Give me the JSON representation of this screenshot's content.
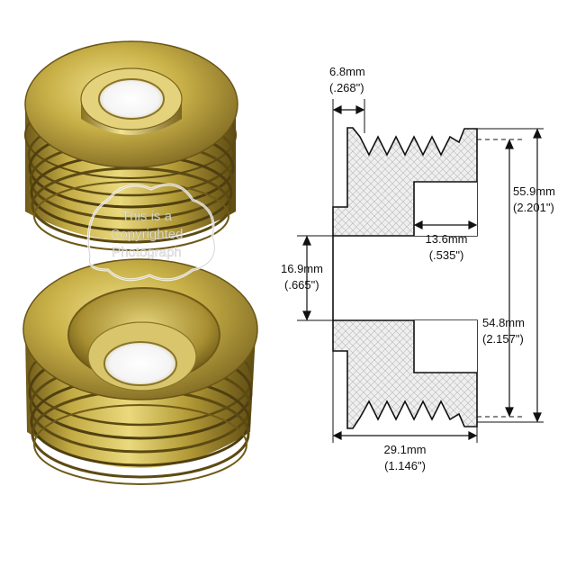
{
  "watermark": {
    "lines": [
      "This is a",
      "Copyrighted",
      "Photograph"
    ]
  },
  "dimensions": {
    "groove_width": {
      "mm": "6.8mm",
      "inch": "(.268\")"
    },
    "outer_diameter": {
      "mm": "55.9mm",
      "inch": "(2.201\")"
    },
    "hub_depth": {
      "mm": "13.6mm",
      "inch": "(.535\")"
    },
    "bore_diameter": {
      "mm": "16.9mm",
      "inch": "(.665\")"
    },
    "groove_diameter": {
      "mm": "54.8mm",
      "inch": "(2.157\")"
    },
    "overall_width": {
      "mm": "29.1mm",
      "inch": "(1.146\")"
    }
  },
  "colors": {
    "metal_light": "#e8d87a",
    "metal_mid": "#b9a23a",
    "metal_dark": "#6f5a18",
    "section_fill": "#eeeeee",
    "line": "#111111"
  }
}
